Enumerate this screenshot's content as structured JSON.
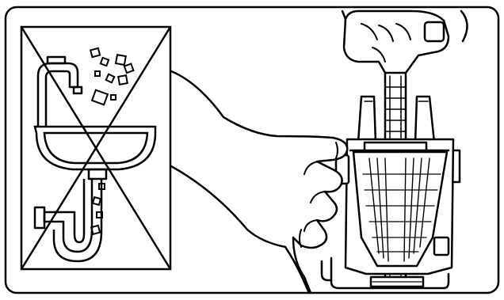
{
  "figure": {
    "type": "instruction-illustration",
    "stroke_color": "#000000",
    "background_color": "#ffffff",
    "panels": [
      {
        "id": "prohibited-sink-disposal",
        "crossed_out": true
      },
      {
        "id": "hand-holding-filter-cup-with-plunger",
        "crossed_out": false
      }
    ]
  },
  "icons": [
    "sink-icon",
    "faucet-icon",
    "drain-pipe-icon",
    "debris-icon",
    "cross-out-icon",
    "hand-icon",
    "filter-cup-icon",
    "plunger-icon"
  ]
}
